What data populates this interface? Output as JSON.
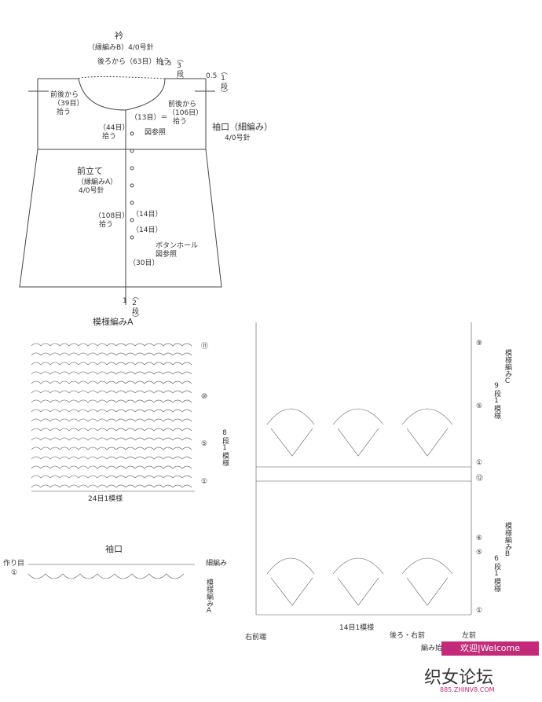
{
  "garment": {
    "collar_title": "衿",
    "collar_sub": "（縁編みB）4/0号針",
    "back_pickup": "後ろから（63目）拾う",
    "dim_15": "1.5",
    "rows_3": "（3段）",
    "dim_05": "0.5",
    "rows_1": "（1段）",
    "left_pick_1": "前後から",
    "left_pick_2": "（39目）",
    "left_pick_3": "拾う",
    "right_pick_1": "前後から",
    "right_pick_2": "（106目）",
    "right_pick_3": "拾う",
    "st13": "（13目）＝",
    "st44_1": "（44目）",
    "st44_2": "拾う",
    "ref_fig": "図参照",
    "sleeve_title": "袖口（細編み）",
    "sleeve_needle": "4/0号針",
    "front_title": "前立て",
    "front_sub": "（縁編みA）",
    "front_needle": "4/0号針",
    "st108_1": "（108目）",
    "st108_2": "拾う",
    "st14a": "（14目）",
    "st14b": "（14目）",
    "bh_1": "ボタンホール",
    "bh_2": "図参照",
    "st30": "（30目）",
    "bottom_dim": "1",
    "rows_2": "（2段）"
  },
  "pattern_a": {
    "title": "模様編みA",
    "r11": "⑪",
    "r10": "⑩",
    "r5": "⑤",
    "r1": "①",
    "repeat_rows": "8段1模様",
    "repeat_sts": "24目1模様"
  },
  "cuff": {
    "title": "袖口",
    "start": "作り目",
    "r1": "①",
    "sc_label": "細編み",
    "pattern_label": "模様編みA"
  },
  "pattern_bc": {
    "r9": "⑨",
    "r5c": "⑤",
    "r1c": "①",
    "pattern_c": "模様編みC",
    "c_repeat": "9段1模様",
    "r12": "⑫",
    "r6": "⑥",
    "r5b": "⑤",
    "r1b": "①",
    "pattern_b": "模様編みB",
    "b_repeat": "6段1模様",
    "right_front_edge": "右前端",
    "repeat_sts": "14目1模様",
    "back_right": "後ろ・右前",
    "left_front": "左前",
    "end_note": "編み始め"
  },
  "watermark": {
    "banner": "欢迎|Welcome",
    "logo": "织女论坛",
    "site": "885.ZHINV8.COM"
  },
  "colors": {
    "line": "#444444",
    "brand": "#c42a7a"
  }
}
